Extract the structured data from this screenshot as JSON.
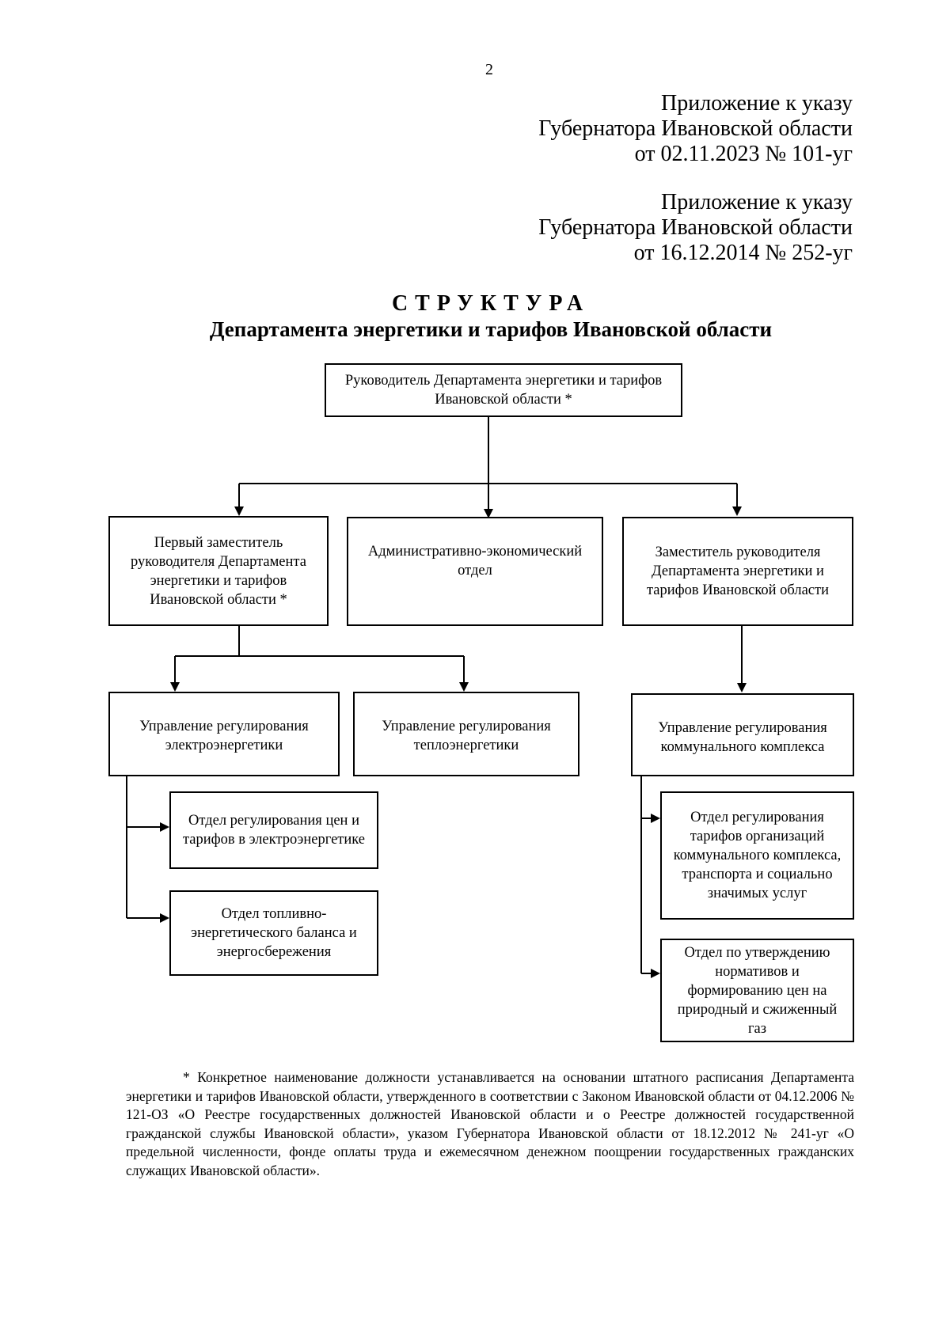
{
  "page_number": "2",
  "approvals": [
    {
      "line1": "Приложение к указу",
      "line2": "Губернатора Ивановской области",
      "line3": "от 02.11.2023 № 101-уг"
    },
    {
      "line1": "Приложение к указу",
      "line2": "Губернатора Ивановской области",
      "line3": "от 16.12.2014 № 252-уг"
    }
  ],
  "title": "СТРУКТУРА",
  "subtitle": "Департамента энергетики и тарифов Ивановской области",
  "chart": {
    "head": "Руководитель Департамента энергетики и тарифов Ивановской области *",
    "first_deputy": "Первый заместитель руководителя Департамента энергетики и тарифов Ивановской области *",
    "admin_department": "Административно-экономический отдел",
    "deputy": "Заместитель руководителя Департамента энергетики и тарифов Ивановской области",
    "electric_directorate": "Управление регулирования электроэнергетики",
    "heat_directorate": "Управление регулирования теплоэнергетики",
    "communal_directorate": "Управление регулирования коммунального комплекса",
    "electric_prices_department": "Отдел регулирования цен и тарифов в электроэнергетике",
    "fuel_balance_department": "Отдел топливно-энергетического баланса и энергосбережения",
    "communal_tariffs_department": "Отдел регулирования тарифов организаций коммунального комплекса, транспорта и социально значимых услуг",
    "gas_norms_department": "Отдел по утверждению нормативов и формированию цен на природный и сжиженный газ"
  },
  "footnote": "* Конкретное наименование должности устанавливается на основании штатного расписания Департамента энергетики и тарифов Ивановской области, утвержденного в соответствии с Законом Ивановской области от 04.12.2006 № 121-ОЗ «О Реестре государственных должностей Ивановской области и о Реестре должностей государственной гражданской службы Ивановской области», указом Губернатора Ивановской области от 18.12.2012 № 241-уг «О предельной численности, фонде оплаты труда и ежемесячном денежном поощрении государственных гражданских служащих Ивановской области»."
}
